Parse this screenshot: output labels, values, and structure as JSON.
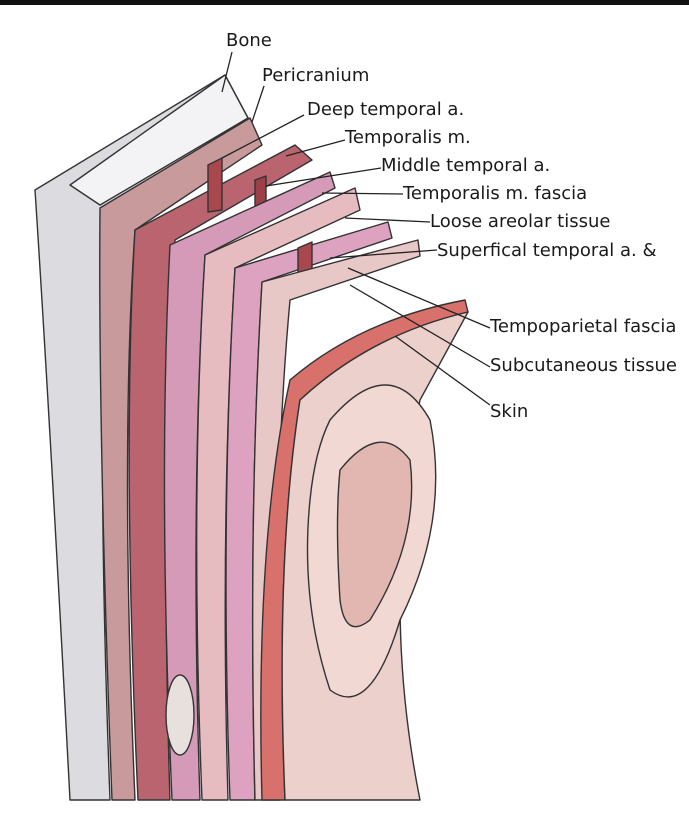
{
  "labels": {
    "bone": "Bone",
    "pericranium": "Pericranium",
    "deep_temporal_artery": "Deep temporal a.",
    "temporalis_muscle": "Temporalis m.",
    "middle_temporal_artery": "Middle temporal a.",
    "temporalis_fascia": "Temporalis m. fascia",
    "loose_areolar_tissue": "Loose areolar tissue",
    "superficial_temporal_artery": "Superfical temporal a. &",
    "tempoparietal_fascia": "Tempoparietal fascia",
    "subcutaneous_tissue": "Subcutaneous tissue",
    "skin": "Skin"
  },
  "colors": {
    "bone": "#e9e9ec",
    "pericranium": "#c99a9c",
    "muscle": "#b9646e",
    "fascia": "#d49ab8",
    "areolar": "#e6bcc0",
    "tempoparietal": "#d8706c",
    "skin": "#e9c8c4"
  }
}
